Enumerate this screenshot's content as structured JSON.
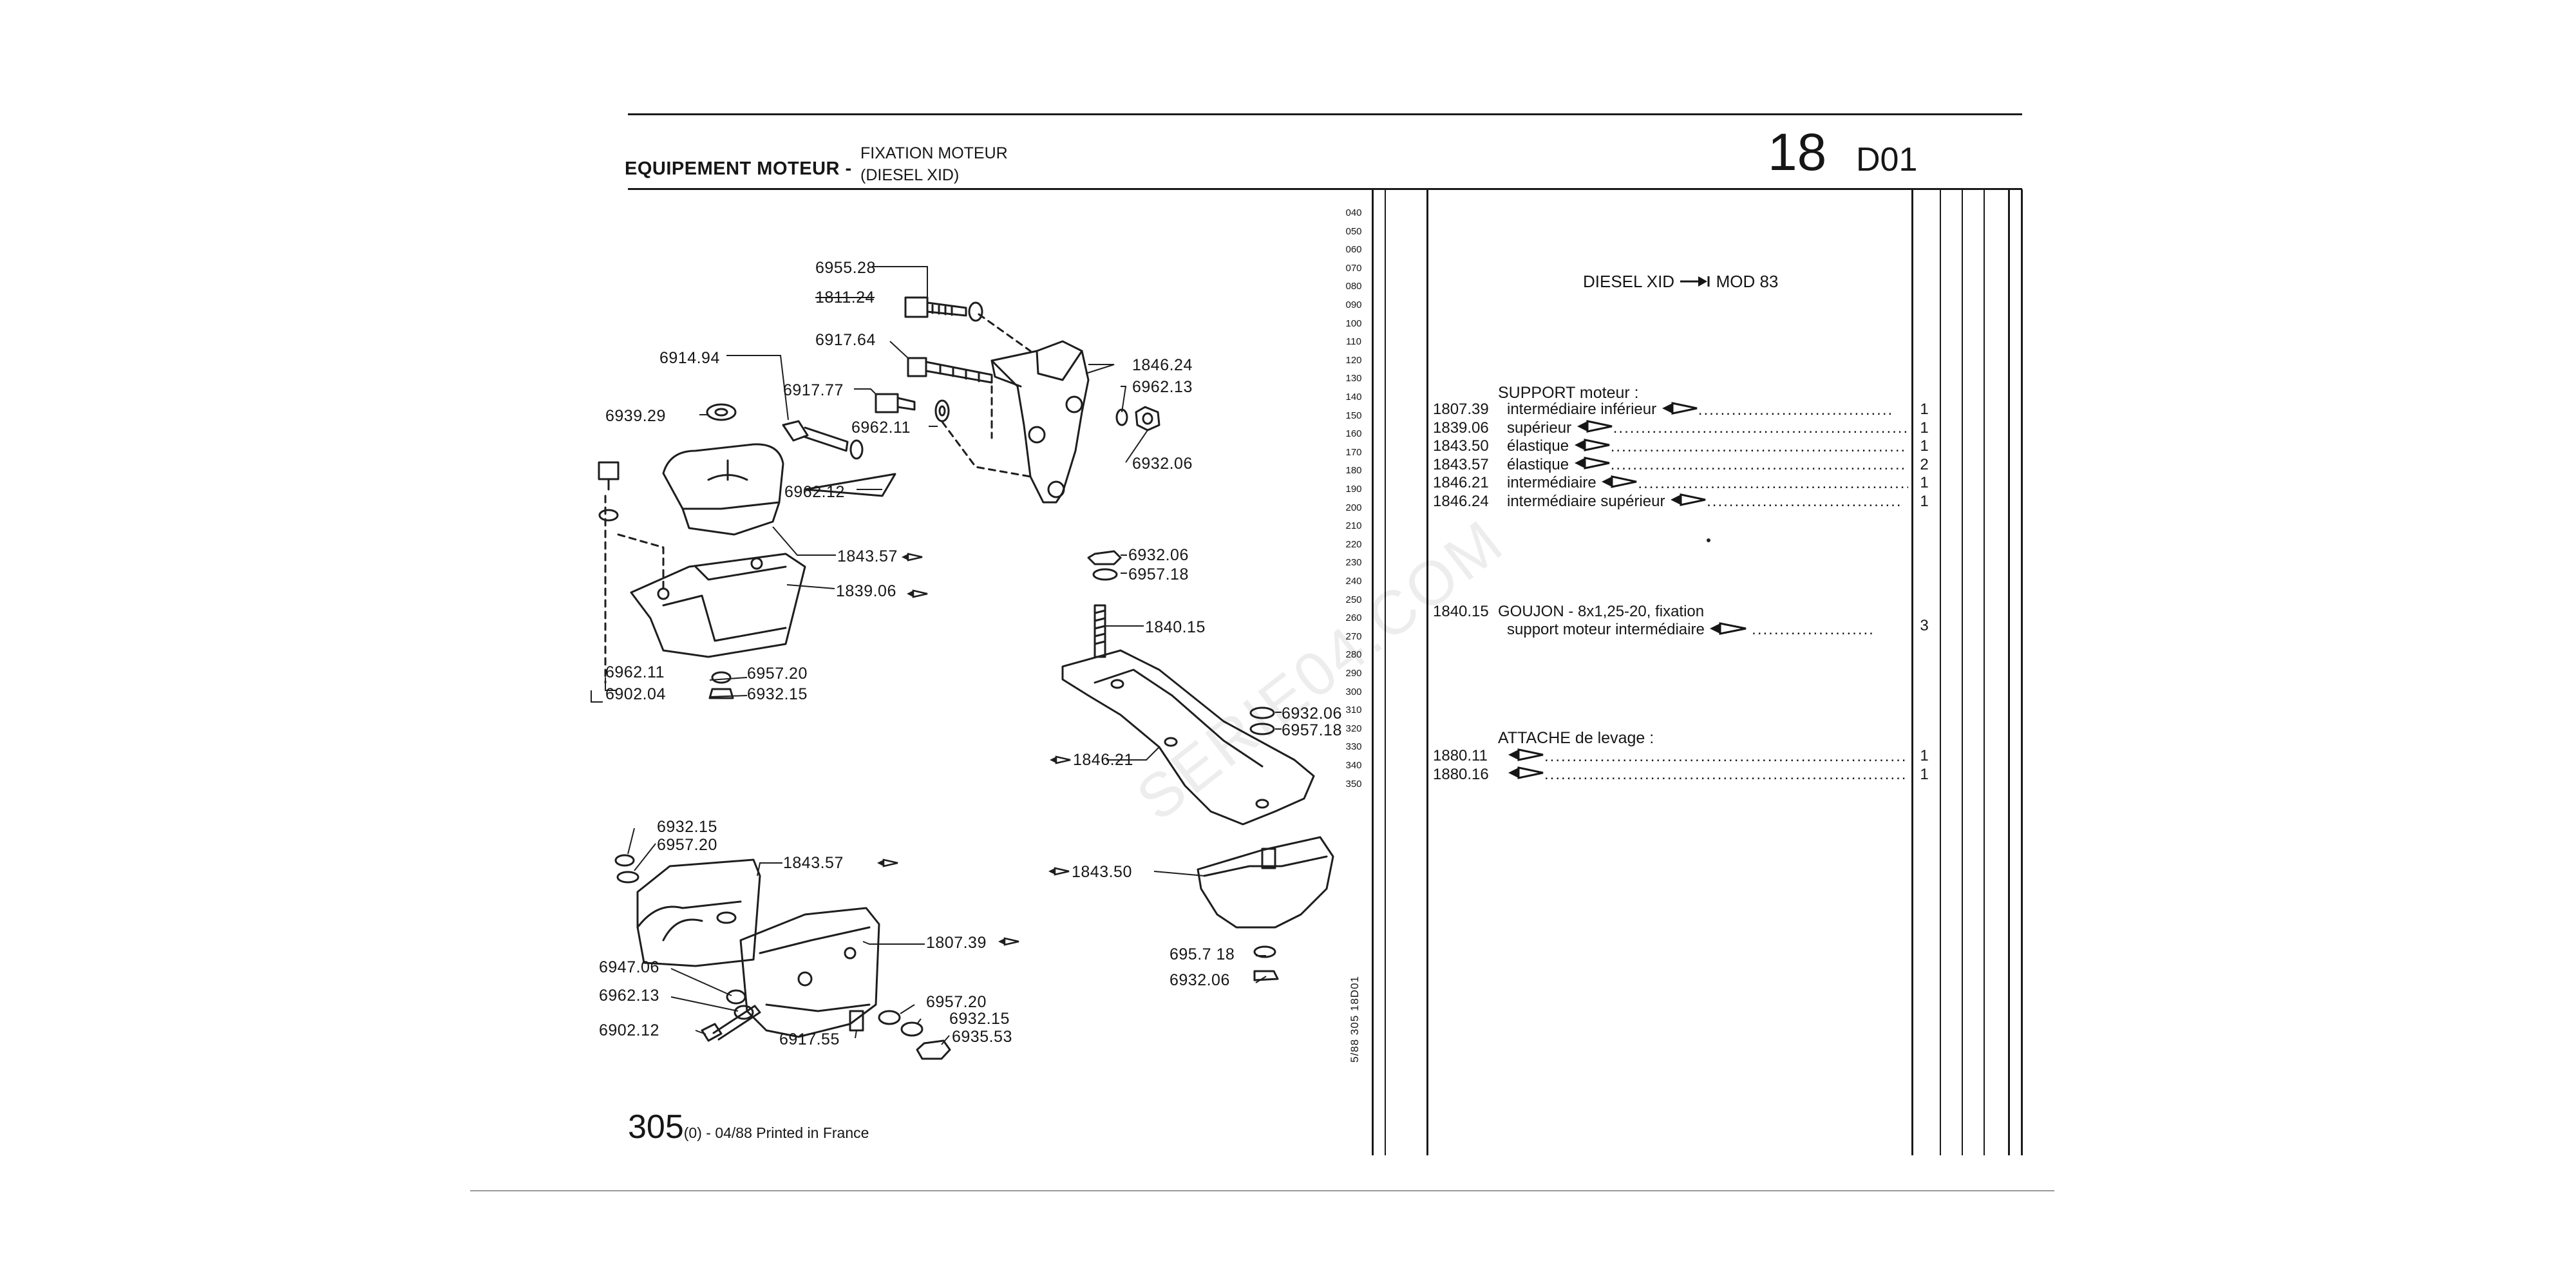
{
  "header": {
    "section": "EQUIPEMENT MOTEUR -",
    "subtitle_line1": "FIXATION MOTEUR",
    "subtitle_line2": "(DIESEL XID)",
    "group_number": "18",
    "page_code": "D01"
  },
  "grid_numbers": [
    "040",
    "050",
    "060",
    "070",
    "080",
    "090",
    "100",
    "110",
    "120",
    "130",
    "140",
    "150",
    "160",
    "170",
    "180",
    "190",
    "200",
    "210",
    "220",
    "230",
    "240",
    "250",
    "260",
    "270",
    "280",
    "290",
    "300",
    "310",
    "320",
    "330",
    "340",
    "350"
  ],
  "side_ref": "5/88 305 18D01",
  "watermark": "SERIE04.COM",
  "diagram_labels": {
    "p6955_28": "6955.28",
    "p1811_24": "1811.24",
    "p6917_64": "6917.64",
    "p6914_94": "6914.94",
    "p6917_77": "6917.77",
    "p1846_24": "1846.24",
    "p6962_13a": "6962.13",
    "p6939_29": "6939.29",
    "p6962_11a": "6962.11",
    "p6932_06a": "6932.06",
    "p6962_12": "6962.12",
    "p1843_57a": "1843.57",
    "p1839_06": "1839.06",
    "p6962_11b": "6962.11",
    "p6902_04": "6902.04",
    "p6957_20a": "6957.20",
    "p6932_15a": "6932.15",
    "p6932_06b": "6932.06",
    "p6957_18a": "6957.18",
    "p1840_15": "1840.15",
    "p6932_06c": "6932.06",
    "p6957_18b": "6957.18",
    "p1846_21": "1846.21",
    "p6932_15b": "6932.15",
    "p6957_20b": "6957.20",
    "p1843_57b": "1843.57",
    "p1843_50": "1843.50",
    "p1807_39": "1807.39",
    "p6947_06": "6947.06",
    "p6962_13b": "6962.13",
    "p6957_18c": "695.7 18",
    "p6932_06d": "6932.06",
    "p6957_20c": "6957.20",
    "p6932_15c": "6932.15",
    "p6902_12": "6902.12",
    "p6935_53": "6935.53",
    "p6917_55": "6917.55"
  },
  "parts_list": {
    "model_heading": "DIESEL XID",
    "model_suffix": "MOD 83",
    "support_heading": "SUPPORT moteur :",
    "support_items": [
      {
        "ref": "1807.39",
        "desc": "intermédiaire inférieur",
        "qty": "1"
      },
      {
        "ref": "1839.06",
        "desc": "supérieur",
        "qty": "1"
      },
      {
        "ref": "1843.50",
        "desc": "élastique",
        "qty": "1"
      },
      {
        "ref": "1843.57",
        "desc": "élastique",
        "qty": "2"
      },
      {
        "ref": "1846.21",
        "desc": "intermédiaire",
        "qty": "1"
      },
      {
        "ref": "1846.24",
        "desc": "intermédiaire supérieur",
        "qty": "1"
      }
    ],
    "goujon": {
      "ref": "1840.15",
      "line1": "GOUJON - 8x1,25-20, fixation",
      "line2": "support moteur intermédiaire",
      "qty": "3"
    },
    "attache_heading": "ATTACHE de levage :",
    "attache_items": [
      {
        "ref": "1880.11",
        "qty": "1"
      },
      {
        "ref": "1880.16",
        "qty": "1"
      }
    ]
  },
  "footer": {
    "page_number": "305",
    "page_suffix": "(0) - 04/88 Printed in France"
  }
}
